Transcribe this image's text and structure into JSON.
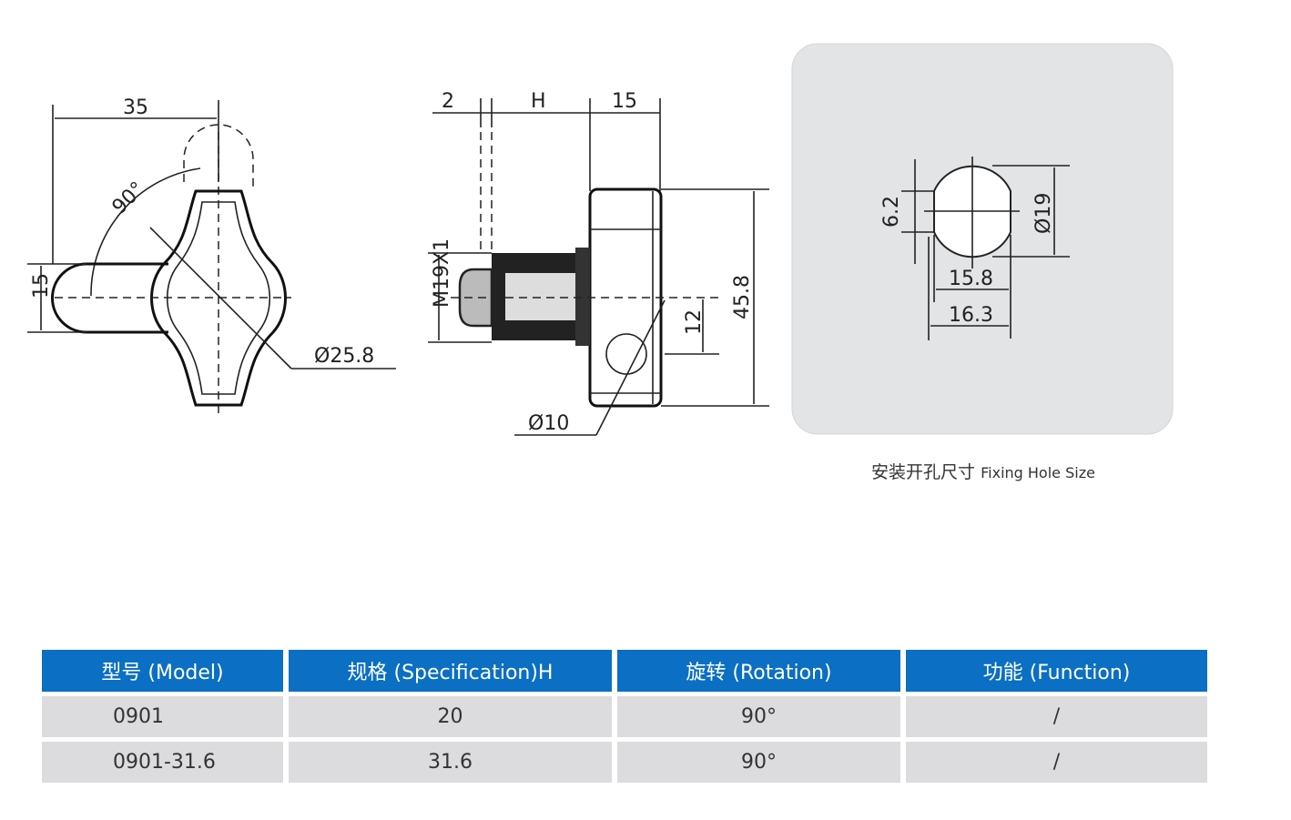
{
  "front_view": {
    "width_dim": "35",
    "angle_dim": "90°",
    "height_dim": "15",
    "diameter_dim": "Ø25.8"
  },
  "side_view": {
    "dim_2": "2",
    "dim_h": "H",
    "dim_15": "15",
    "thread_dim": "M19X1",
    "dim_12": "12",
    "dim_45_8": "45.8",
    "hole_dim": "Ø10"
  },
  "fixing_hole": {
    "dim_6_2": "6.2",
    "dim_19": "Ø19",
    "dim_15_8": "15.8",
    "dim_16_3": "16.3",
    "caption_cn": "安装开孔尺寸",
    "caption_en": "Fixing Hole Size",
    "panel_color": "#e3e4e6"
  },
  "table": {
    "header_color": "#0b6fc3",
    "headers": [
      "型号 (Model)",
      "规格 (Specification)H",
      "旋转 (Rotation)",
      "功能 (Function)"
    ],
    "rows": [
      [
        "0901",
        "20",
        "90°",
        "/"
      ],
      [
        "0901-31.6",
        "31.6",
        "90°",
        "/"
      ]
    ]
  }
}
